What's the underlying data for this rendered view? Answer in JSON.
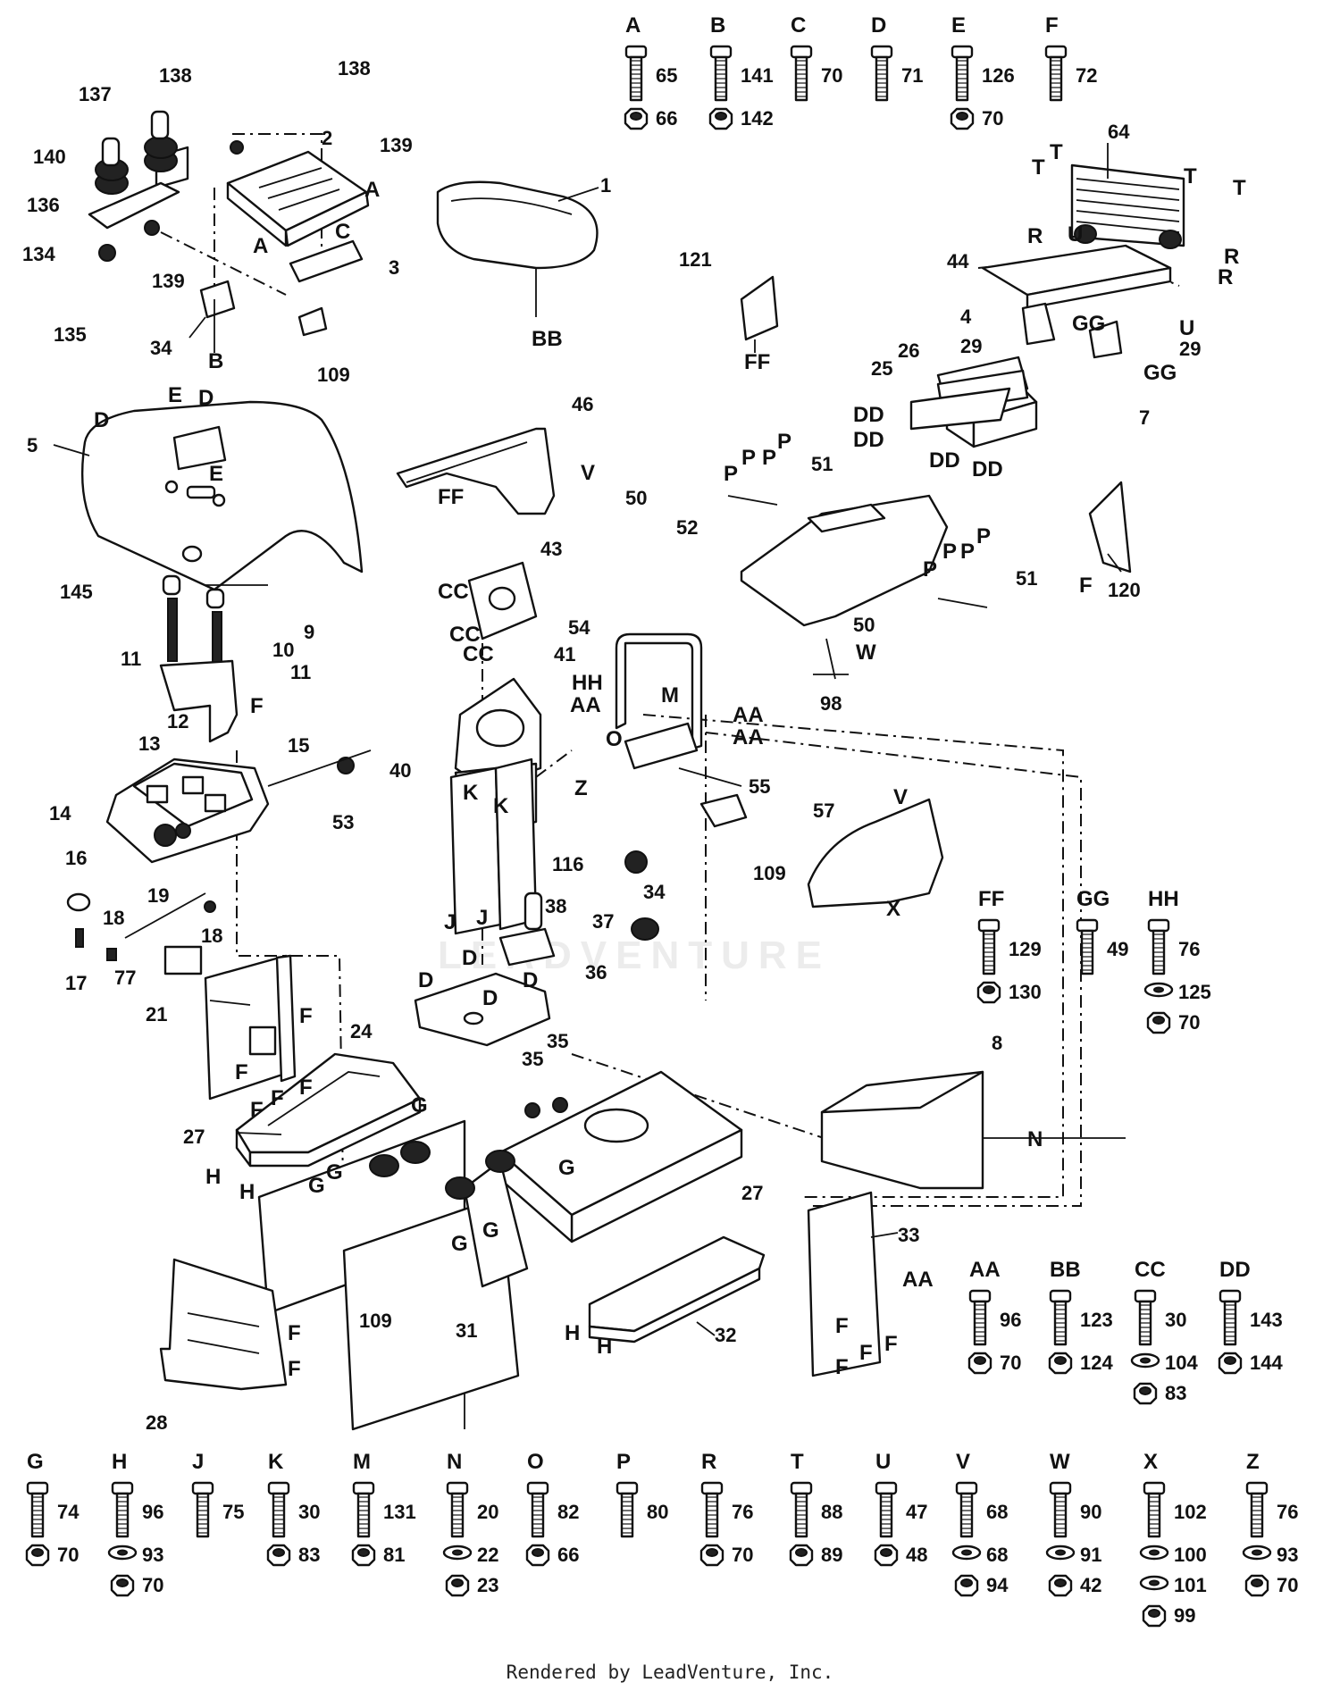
{
  "footer": "Rendered by LeadVenture, Inc.",
  "watermark": "LEADVENTURE",
  "hardware_key": [
    {
      "letter": "A",
      "parts": [
        "65",
        "66"
      ]
    },
    {
      "letter": "B",
      "parts": [
        "141",
        "142"
      ]
    },
    {
      "letter": "C",
      "parts": [
        "70"
      ]
    },
    {
      "letter": "D",
      "parts": [
        "71"
      ]
    },
    {
      "letter": "E",
      "parts": [
        "126",
        "70"
      ]
    },
    {
      "letter": "F",
      "parts": [
        "72"
      ]
    },
    {
      "letter": "FF",
      "parts": [
        "129",
        "130"
      ]
    },
    {
      "letter": "GG",
      "parts": [
        "49"
      ]
    },
    {
      "letter": "HH",
      "parts": [
        "76",
        "125",
        "70"
      ]
    },
    {
      "letter": "AA",
      "parts": [
        "96",
        "70"
      ]
    },
    {
      "letter": "BB",
      "parts": [
        "123",
        "124"
      ]
    },
    {
      "letter": "CC",
      "parts": [
        "30",
        "104",
        "83"
      ]
    },
    {
      "letter": "DD",
      "parts": [
        "143",
        "144"
      ]
    },
    {
      "letter": "G",
      "parts": [
        "74",
        "70"
      ]
    },
    {
      "letter": "H",
      "parts": [
        "96",
        "93",
        "70"
      ]
    },
    {
      "letter": "J",
      "parts": [
        "75"
      ]
    },
    {
      "letter": "K",
      "parts": [
        "30",
        "83"
      ]
    },
    {
      "letter": "M",
      "parts": [
        "131",
        "81"
      ]
    },
    {
      "letter": "N",
      "parts": [
        "20",
        "22",
        "23"
      ]
    },
    {
      "letter": "O",
      "parts": [
        "82",
        "66"
      ]
    },
    {
      "letter": "P",
      "parts": [
        "80"
      ]
    },
    {
      "letter": "R",
      "parts": [
        "76",
        "70"
      ]
    },
    {
      "letter": "T",
      "parts": [
        "88",
        "89"
      ]
    },
    {
      "letter": "U",
      "parts": [
        "47",
        "48"
      ]
    },
    {
      "letter": "V",
      "parts": [
        "68",
        "68",
        "94"
      ]
    },
    {
      "letter": "W",
      "parts": [
        "90",
        "91",
        "42"
      ]
    },
    {
      "letter": "X",
      "parts": [
        "102",
        "100",
        "101",
        "99"
      ]
    },
    {
      "letter": "Z",
      "parts": [
        "76",
        "93",
        "70"
      ]
    }
  ],
  "callouts": {
    "p1": "1",
    "p2": "2",
    "p3": "3",
    "p4": "4",
    "p5": "5",
    "p7": "7",
    "p8": "8",
    "p9": "9",
    "p10": "10",
    "p11": "11",
    "p12": "12",
    "p13": "13",
    "p14": "14",
    "p15": "15",
    "p16": "16",
    "p17": "17",
    "p18": "18",
    "p19": "19",
    "p21": "21",
    "p24": "24",
    "p25": "25",
    "p26": "26",
    "p27": "27",
    "p28": "28",
    "p29": "29",
    "p31": "31",
    "p32": "32",
    "p33": "33",
    "p34": "34",
    "p35": "35",
    "p36": "36",
    "p37": "37",
    "p38": "38",
    "p40": "40",
    "p41": "41",
    "p43": "43",
    "p44": "44",
    "p46": "46",
    "p50": "50",
    "p51": "51",
    "p52": "52",
    "p53": "53",
    "p54": "54",
    "p55": "55",
    "p57": "57",
    "p64": "64",
    "p77": "77",
    "p98": "98",
    "p109": "109",
    "p116": "116",
    "p120": "120",
    "p121": "121",
    "p134": "134",
    "p135": "135",
    "p136": "136",
    "p137": "137",
    "p138": "138",
    "p139": "139",
    "p140": "140",
    "p145": "145"
  },
  "letters": {
    "A": "A",
    "B": "B",
    "C": "C",
    "D": "D",
    "E": "E",
    "F": "F",
    "G": "G",
    "H": "H",
    "J": "J",
    "K": "K",
    "M": "M",
    "N": "N",
    "O": "O",
    "P": "P",
    "R": "R",
    "T": "T",
    "U": "U",
    "V": "V",
    "W": "W",
    "X": "X",
    "Z": "Z",
    "AA": "AA",
    "BB": "BB",
    "CC": "CC",
    "DD": "DD",
    "FF": "FF",
    "GG": "GG",
    "HH": "HH"
  }
}
